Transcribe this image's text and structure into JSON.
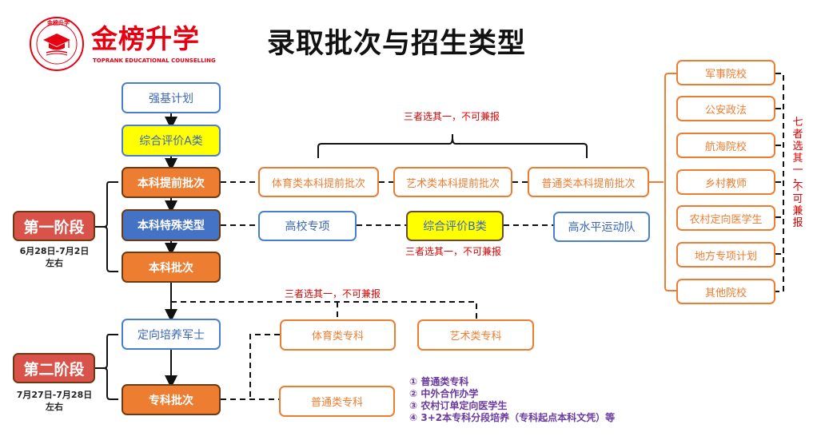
{
  "brand": {
    "name": "金榜升学",
    "subtitle": "TOPRANK EDUCATIONAL COUNSELLING",
    "logo_ring_text": "金榜升学",
    "color": "#e60012"
  },
  "title": "录取批次与招生类型",
  "stage1": {
    "label": "第一阶段",
    "date_line1": "6月28日-7月2日",
    "date_line2": "左右"
  },
  "stage2": {
    "label": "第二阶段",
    "date_line1": "7月27日-7月28日",
    "date_line2": "左右"
  },
  "main_flow": {
    "qiangji": "强基计划",
    "zonghe_a": "综合评价A类",
    "benke_tiqian": "本科提前批次",
    "benke_teshu": "本科特殊类型",
    "benke": "本科批次",
    "dingxiang_junshi": "定向培养军士",
    "zhuanke": "专科批次"
  },
  "tiqian_options": {
    "note": "三者选其一，不可兼报",
    "items": [
      "体育类本科提前批次",
      "艺术类本科提前批次",
      "普通类本科提前批次"
    ]
  },
  "teshu_options": {
    "note": "三者选其一，不可兼报",
    "items": [
      "高校专项",
      "综合评价B类",
      "高水平运动队"
    ]
  },
  "seven_options": {
    "note": [
      "七",
      "者",
      "选",
      "其",
      "一",
      "，",
      "不",
      "可",
      "兼",
      "报"
    ],
    "items": [
      "军事院校",
      "公安政法",
      "航海院校",
      "乡村教师",
      "农村定向医学生",
      "地方专项计划",
      "其他院校"
    ]
  },
  "zhuanke_options": {
    "note": "三者选其一，不可兼报",
    "items": [
      "体育类专科",
      "艺术类专科",
      "普通类专科"
    ]
  },
  "putong_zhuanke_list": [
    "① 普通类专科",
    "② 中外合作办学",
    "③ 农村订单定向医学生",
    "④ 3+2本专科分段培养（专科起点本科文凭）等"
  ],
  "colors": {
    "orange": "#ed7d31",
    "blue": "#4472c4",
    "yellow": "#ffff00",
    "stage_red": "#d9534a",
    "note_red": "#e00000",
    "list_purple": "#6a3aa0"
  }
}
